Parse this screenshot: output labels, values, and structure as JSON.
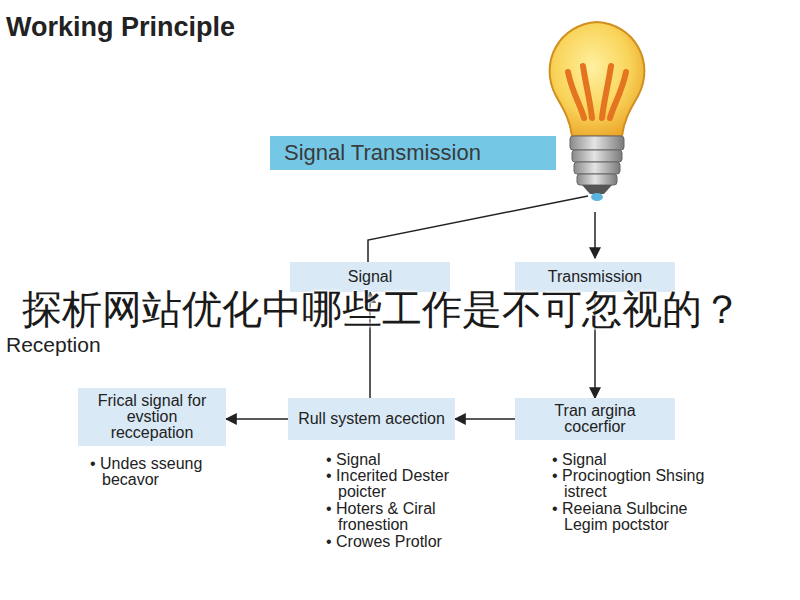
{
  "diagram": {
    "title": "Working Principle",
    "nodes": [
      {
        "text": [
          "Signal Transmission"
        ]
      },
      {
        "text": [
          "Signal"
        ]
      },
      {
        "text": [
          "Transmission"
        ]
      },
      {
        "text": [
          "Frical signal for evstion reccepation"
        ]
      },
      {
        "text": [
          "Rull system acection"
        ]
      },
      {
        "text": [
          "Tran argina cocerfior"
        ]
      }
    ],
    "edges": [
      {
        "from": 2,
        "to": 5,
        "arrow": "to"
      },
      {
        "from": 5,
        "to": 4,
        "arrow": "to"
      },
      {
        "from": 4,
        "to": 3,
        "arrow": "to"
      },
      {
        "from": 4,
        "to": 1,
        "arrow": "to"
      }
    ],
    "labels": [
      "Reception",
      "探析网站优化中哪些工作是不可忽视的？",
      "• Undes sseung becavor",
      "• Signal",
      "• Incerited Dester poicter",
      "• Hoters & Ciral fronestion",
      "• Crowes Protlor",
      "• Signal",
      "• Procinogtion Shsing istrect",
      "• Reeiana Sulbcine Legim poctstor"
    ]
  }
}
